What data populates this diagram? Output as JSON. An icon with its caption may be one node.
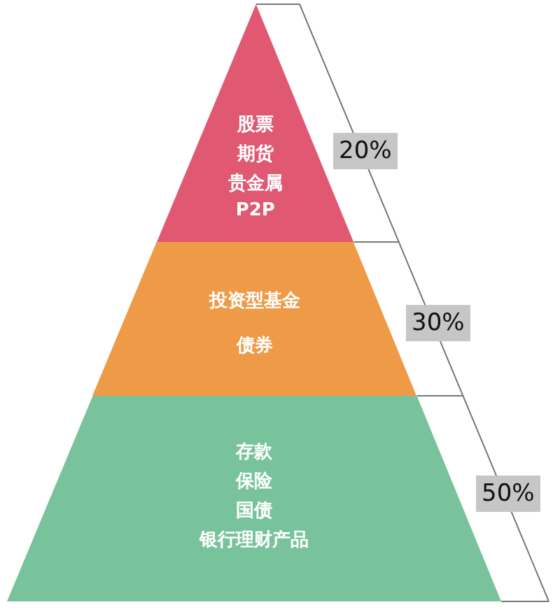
{
  "diagram": {
    "nodes": [
      {
        "text": [
          "股票",
          "期货",
          "贵金属",
          "P2P"
        ],
        "beside": [
          "20%"
        ]
      },
      {
        "text": [
          "投资型基金",
          "债券"
        ],
        "beside": [
          "30%"
        ]
      },
      {
        "text": [
          "存款",
          "保险",
          "国债",
          "银行理财产品"
        ],
        "beside": [
          "50%"
        ]
      }
    ]
  }
}
